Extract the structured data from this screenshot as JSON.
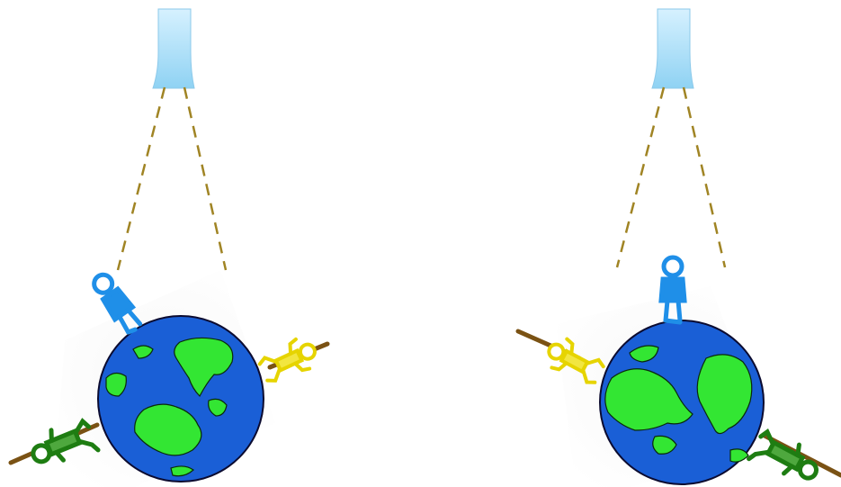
{
  "panels": [
    {
      "id": "left",
      "lamp_icon": "light-source-icon",
      "globe_icon": "earth-globe-icon",
      "figures": [
        {
          "name": "blue-person-figure",
          "color": "#1f8fe8",
          "accessory": "none"
        },
        {
          "name": "yellow-person-figure",
          "color": "#e6d400",
          "accessory": "stick"
        },
        {
          "name": "green-person-figure",
          "color": "#1e7d12",
          "accessory": "stick"
        }
      ]
    },
    {
      "id": "right",
      "lamp_icon": "light-source-icon",
      "globe_icon": "earth-globe-icon",
      "figures": [
        {
          "name": "blue-person-figure",
          "color": "#1f8fe8",
          "accessory": "none"
        },
        {
          "name": "yellow-person-figure",
          "color": "#e6d400",
          "accessory": "stick"
        },
        {
          "name": "green-person-figure",
          "color": "#1e7d12",
          "accessory": "stick"
        }
      ]
    }
  ],
  "colors": {
    "ocean": "#1a5fd6",
    "land": "#33e633",
    "lamp": "#a8dcf5",
    "beam": "#a08424",
    "stick": "#7a5214"
  }
}
